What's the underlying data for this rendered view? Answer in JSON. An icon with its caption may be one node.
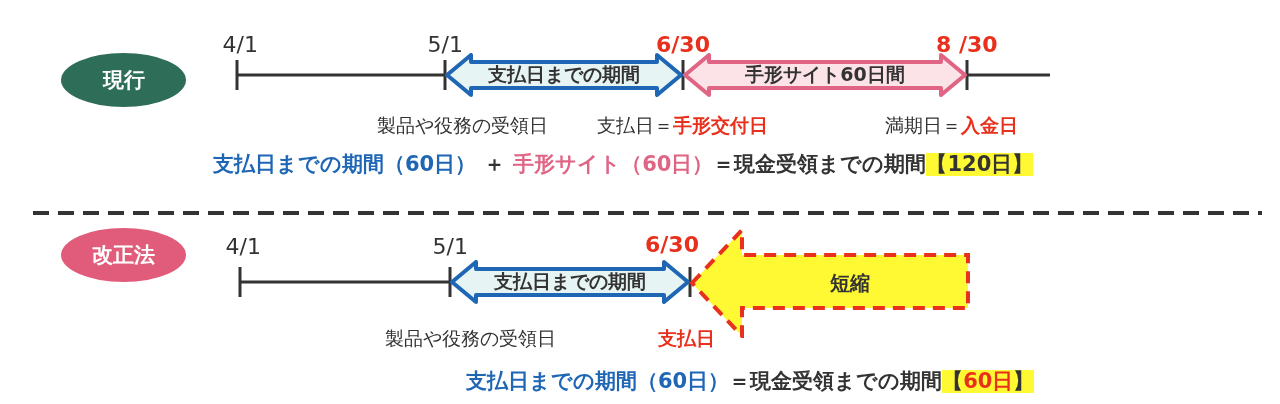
{
  "diagram": {
    "nodes": [
      {
        "text": [
          "現行"
        ]
      },
      {
        "text": [
          "支払日までの期間"
        ]
      },
      {
        "text": [
          "手形サイト60日間"
        ]
      },
      {
        "text": [
          "改正法"
        ]
      },
      {
        "text": [
          "支払日までの期間"
        ]
      },
      {
        "text": [
          "短縮"
        ]
      }
    ],
    "labels": [
      "4/1",
      "5/1",
      "6/30",
      "8 /30",
      "製品や役務の受領日",
      "支払日＝",
      "手形交付日",
      "満期日＝",
      "入金日",
      "支払日までの期間（60日）",
      "＋",
      "手形サイト（60日）",
      "＝現金受領までの期間",
      "【120日】",
      "4/1",
      "5/1",
      "6/30",
      "製品や役務の受領日",
      "支払日",
      "支払日までの期間（60日）",
      "＝現金受領までの期間",
      "【",
      "60日",
      "】"
    ]
  }
}
